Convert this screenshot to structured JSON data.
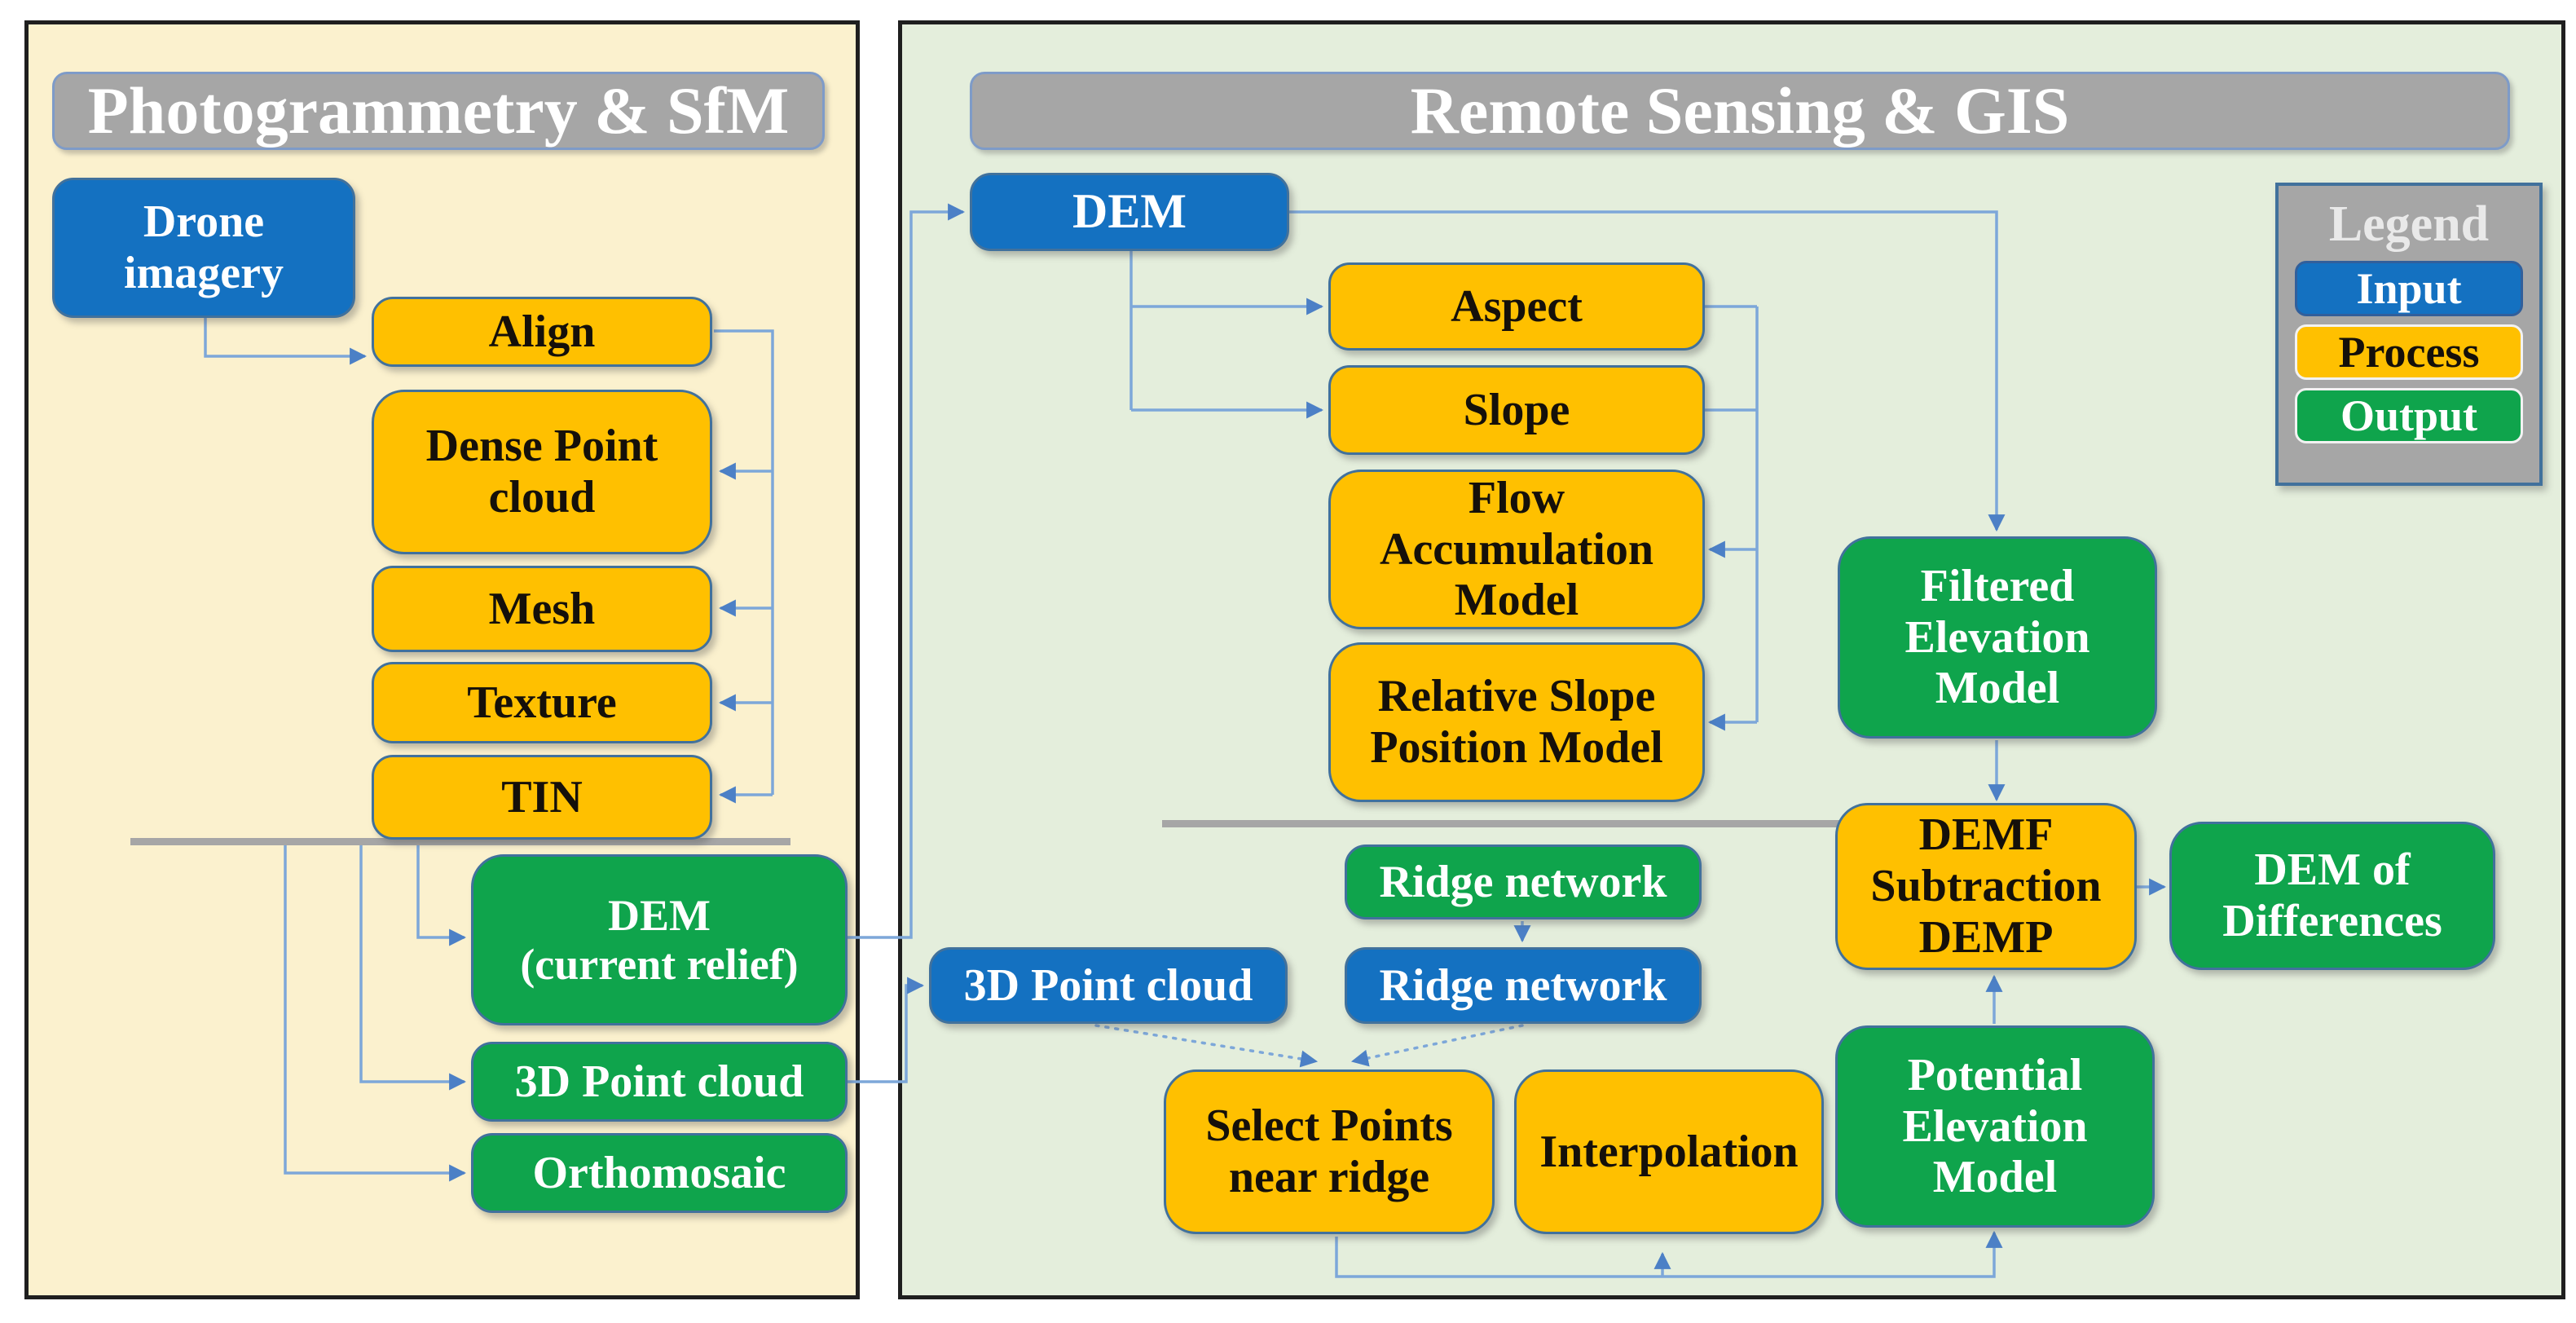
{
  "colors": {
    "input": "#1471C1",
    "process": "#FFC000",
    "output": "#0FA44C",
    "gray": "#A6A6A6",
    "edge": "#41719C",
    "line": "#7DA7D9",
    "arrow": "#4C80C6",
    "left_bg": "#FBF1CE",
    "right_bg": "#E4EEDC"
  },
  "left_panel": {
    "title": "Photogrammetry & SfM",
    "nodes": {
      "drone": {
        "label": "Drone\nimagery",
        "type": "input"
      },
      "align": {
        "label": "Align",
        "type": "process"
      },
      "dense_point_cloud": {
        "label": "Dense Point\ncloud",
        "type": "process"
      },
      "mesh": {
        "label": "Mesh",
        "type": "process"
      },
      "texture": {
        "label": "Texture",
        "type": "process"
      },
      "tin": {
        "label": "TIN",
        "type": "process"
      },
      "dem_current_relief": {
        "label": "DEM\n(current relief)",
        "type": "output"
      },
      "point_cloud_3d": {
        "label": "3D Point cloud",
        "type": "output"
      },
      "orthomosaic": {
        "label": "Orthomosaic",
        "type": "output"
      }
    }
  },
  "right_panel": {
    "title": "Remote Sensing & GIS",
    "nodes": {
      "dem": {
        "label": "DEM",
        "type": "input"
      },
      "aspect": {
        "label": "Aspect",
        "type": "process"
      },
      "slope": {
        "label": "Slope",
        "type": "process"
      },
      "flow_accumulation_model": {
        "label": "Flow\nAccumulation\nModel",
        "type": "process"
      },
      "relative_slope_position_model": {
        "label": "Relative Slope\nPosition Model",
        "type": "process"
      },
      "ridge_network_output": {
        "label": "Ridge network",
        "type": "output"
      },
      "ridge_network_input": {
        "label": "Ridge network",
        "type": "input"
      },
      "point_cloud_3d_input": {
        "label": "3D Point cloud",
        "type": "input"
      },
      "select_points_near_ridge": {
        "label": "Select Points\nnear ridge",
        "type": "process"
      },
      "interpolation": {
        "label": "Interpolation",
        "type": "process"
      },
      "filtered_elevation_model": {
        "label": "Filtered\nElevation\nModel",
        "type": "output"
      },
      "demf_subtraction_demp": {
        "label": "DEMF\nSubtraction\nDEMP",
        "type": "process"
      },
      "dem_of_differences": {
        "label": "DEM of\nDifferences",
        "type": "output"
      },
      "potential_elevation_model": {
        "label": "Potential\nElevation\nModel",
        "type": "output"
      }
    }
  },
  "legend": {
    "title": "Legend",
    "items": [
      {
        "label": "Input",
        "type": "input"
      },
      {
        "label": "Process",
        "type": "process"
      },
      {
        "label": "Output",
        "type": "output"
      }
    ]
  }
}
